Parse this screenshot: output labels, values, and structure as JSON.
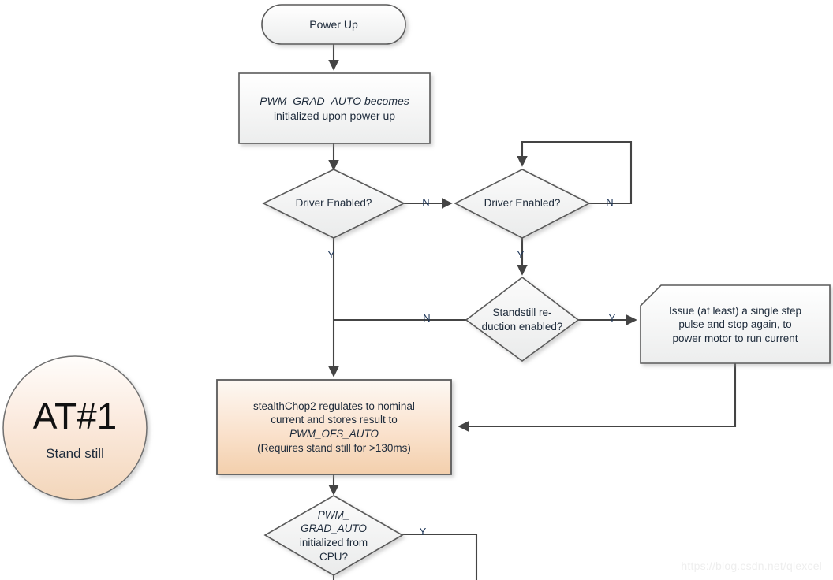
{
  "diagram": {
    "title": "stealthChop2 PWM_GRAD_AUTO / PWM_OFS_AUTO tuning flowchart",
    "watermark": "https://blog.csdn.net/qlexcel",
    "colors": {
      "node_stroke": "#5a5a5a",
      "node_fill_top": "#ffffff",
      "node_fill_bottom": "#eceded",
      "accent_fill_top": "#fdf7f1",
      "accent_fill_bottom": "#f3cfac",
      "edge_stroke": "#444444",
      "label_text": "#1d3557",
      "body_text": "#1d2a3a",
      "watermark_text": "#eeeeee"
    },
    "nodes": [
      {
        "id": "power-up",
        "shape": "terminator",
        "label": "Power Up",
        "lines": [
          "Power Up"
        ]
      },
      {
        "id": "pwm-grad-auto-init",
        "shape": "process",
        "label": "PWM_GRAD_AUTO becomes initialized upon power up",
        "lines": [
          "PWM_GRAD_AUTO becomes",
          "initialized upon power up"
        ],
        "italic_lines": [
          0
        ]
      },
      {
        "id": "driver-enabled-1",
        "shape": "decision",
        "label": "Driver Enabled?",
        "lines": [
          "Driver Enabled?"
        ]
      },
      {
        "id": "driver-enabled-2",
        "shape": "decision",
        "label": "Driver Enabled?",
        "lines": [
          "Driver Enabled?"
        ]
      },
      {
        "id": "standstill-reduction",
        "shape": "decision",
        "label": "Standstill reduction enabled?",
        "lines": [
          "Standstill re-",
          "duction enabled?"
        ]
      },
      {
        "id": "issue-single-step",
        "shape": "process-cut-corner",
        "label": "Issue (at least) a single step pulse and stop again, to power motor to run current",
        "lines": [
          "Issue (at least) a single step",
          "pulse and stop again, to",
          "power motor to run current"
        ]
      },
      {
        "id": "stealthchop2-regulates",
        "shape": "process-accent",
        "label": "stealthChop2 regulates to nominal current and stores result to PWM_OFS_AUTO (Requires stand still for >130ms)",
        "lines": [
          "stealthChop2 regulates to nominal",
          "current and stores result to",
          "PWM_OFS_AUTO",
          "(Requires stand still for >130ms)"
        ],
        "italic_lines": [
          2
        ]
      },
      {
        "id": "pwm-grad-auto-from-cpu",
        "shape": "decision",
        "label": "PWM_GRAD_AUTO initialized from CPU?",
        "lines": [
          "PWM_",
          "GRAD_AUTO",
          "initialized from",
          "CPU?"
        ],
        "italic_lines": [
          0,
          1
        ]
      },
      {
        "id": "at1-badge",
        "shape": "circle-accent",
        "label": "AT#1 Stand still",
        "heading": "AT#1",
        "subtitle": "Stand still"
      }
    ],
    "edges": [
      {
        "id": "e-powerup-to-init",
        "from": "power-up",
        "to": "pwm-grad-auto-init",
        "label": ""
      },
      {
        "id": "e-init-to-driver1",
        "from": "pwm-grad-auto-init",
        "to": "driver-enabled-1",
        "label": ""
      },
      {
        "id": "e-driver1-no",
        "from": "driver-enabled-1",
        "to": "driver-enabled-2",
        "label": "N"
      },
      {
        "id": "e-driver1-yes",
        "from": "driver-enabled-1",
        "to": "stealthchop2-regulates",
        "label": "Y"
      },
      {
        "id": "e-driver2-no-loop",
        "from": "driver-enabled-2",
        "to": "driver-enabled-2",
        "label": "N"
      },
      {
        "id": "e-driver2-yes",
        "from": "driver-enabled-2",
        "to": "standstill-reduction",
        "label": "Y"
      },
      {
        "id": "e-standstill-no",
        "from": "standstill-reduction",
        "to": "stealthchop2-regulates",
        "label": "N"
      },
      {
        "id": "e-standstill-yes",
        "from": "standstill-reduction",
        "to": "issue-single-step",
        "label": "Y"
      },
      {
        "id": "e-issue-to-stealthchop2",
        "from": "issue-single-step",
        "to": "stealthchop2-regulates",
        "label": ""
      },
      {
        "id": "e-stealthchop2-to-decision",
        "from": "stealthchop2-regulates",
        "to": "pwm-grad-auto-from-cpu",
        "label": ""
      },
      {
        "id": "e-cpu-yes",
        "from": "pwm-grad-auto-from-cpu",
        "to": "",
        "label": "Y"
      },
      {
        "id": "e-cpu-down",
        "from": "pwm-grad-auto-from-cpu",
        "to": "",
        "label": ""
      }
    ],
    "edge_labels": {
      "driver1_no": "N",
      "driver1_yes": "Y",
      "driver2_no": "N",
      "driver2_yes": "Y",
      "standstill_no": "N",
      "standstill_yes": "Y",
      "cpu_yes": "Y"
    }
  }
}
